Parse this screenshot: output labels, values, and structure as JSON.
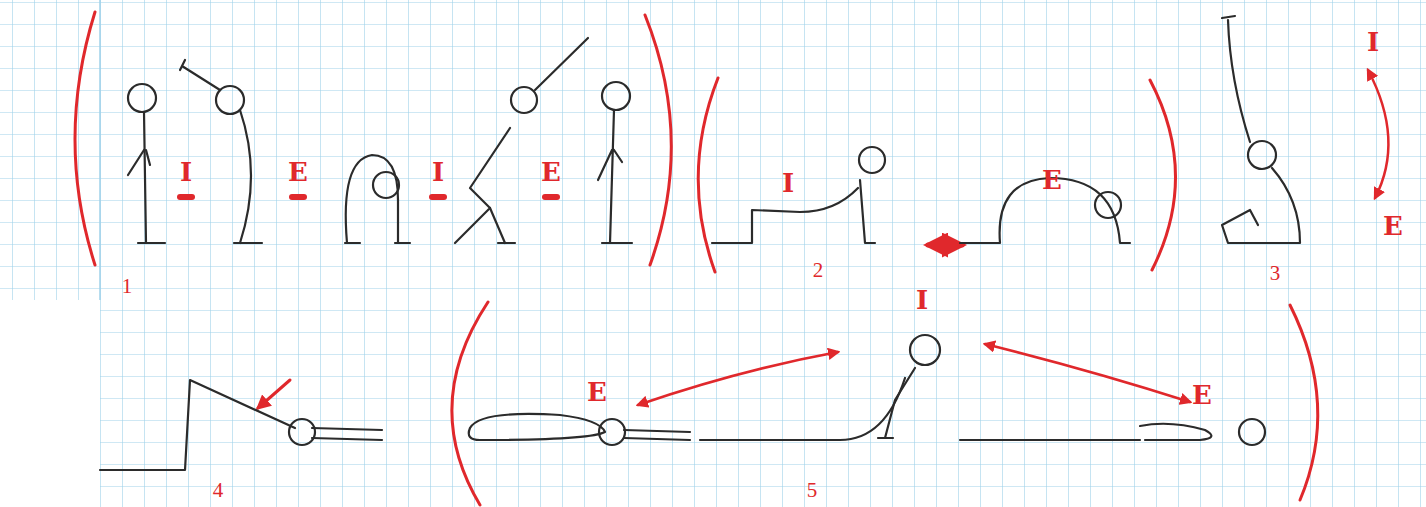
{
  "diagram": {
    "labels": [
      "I",
      "E",
      "I",
      "E",
      "1",
      "I",
      "E",
      "2",
      "I",
      "E",
      "3",
      "4",
      "E",
      "I",
      "E",
      "5"
    ]
  }
}
